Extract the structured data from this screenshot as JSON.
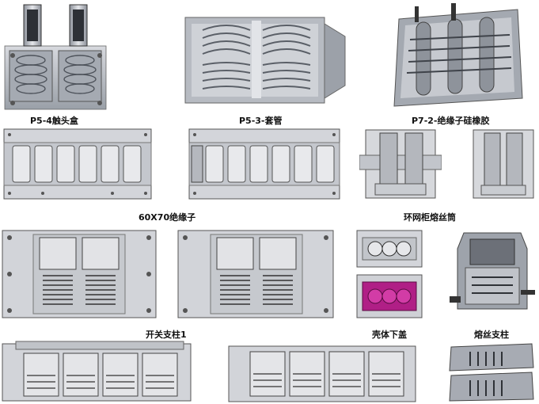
{
  "captions": {
    "p5_4": "P5-4触头盒",
    "p5_3": "P5-3-套管",
    "p7_2": "P7-2-绝缘子硅橡胶",
    "insulator_60x70": "60X70绝缘子",
    "ring_cabinet": "环网柜熔丝筒",
    "switch_post": "开关支柱1",
    "shell_cover": "壳体下盖",
    "fuse_post": "熔丝支柱"
  },
  "colors": {
    "steel": "#c9ccd2",
    "steel_dark": "#7d828b",
    "steel_light": "#e6e8ec",
    "magenta_insert": "#b01f86"
  }
}
